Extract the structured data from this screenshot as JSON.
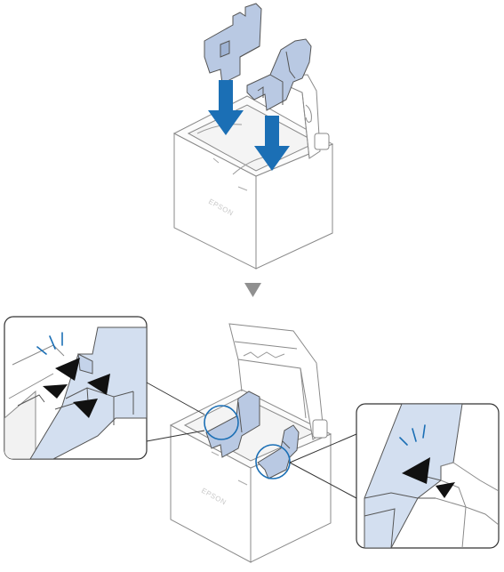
{
  "figure": {
    "description_steps": [
      {
        "step": "insert-partitions",
        "arrow_color": "#1b6fb5"
      },
      {
        "step": "verify-seated",
        "callout_fill": "#d3dff0",
        "circle_color": "#1b6fb5"
      }
    ],
    "printer_brand_top": "EPSON",
    "printer_brand_bottom": "EPSON",
    "step_indicator_color": "#909090",
    "part_fill": "#b9c9e3",
    "line_color": "#555555"
  }
}
